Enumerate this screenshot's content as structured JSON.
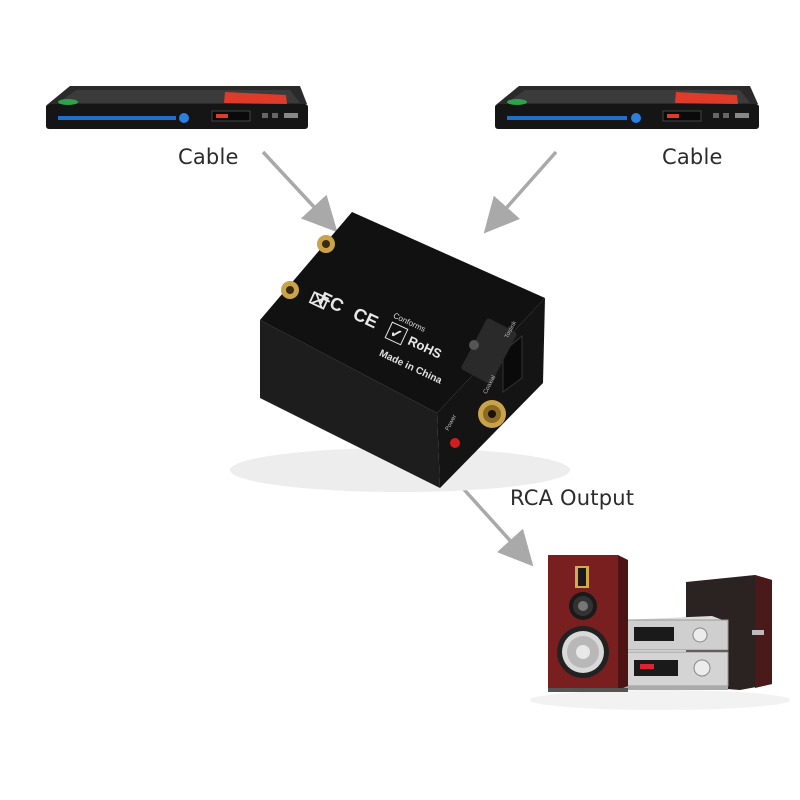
{
  "labels": {
    "left_cable": "Cable",
    "right_cable": "Cable",
    "output": "RCA Output"
  },
  "device": {
    "brand_line": "Made in China",
    "marks": [
      "FC",
      "CE",
      "RoHS",
      "Conforms"
    ],
    "side_label_1": "Coaxial",
    "side_label_2": "Toslink",
    "power_label": "Power"
  },
  "colors": {
    "arrow": "#a9a9a9",
    "device_body": "#1a1a1a",
    "dvd_body": "#151515",
    "dvd_strip": "#1f6fd1",
    "dvd_badge": "#e03a2a",
    "speaker_wood": "#7a1f1f",
    "amp_silver": "#dcdcdc",
    "gold_jack": "#c9a24a"
  }
}
